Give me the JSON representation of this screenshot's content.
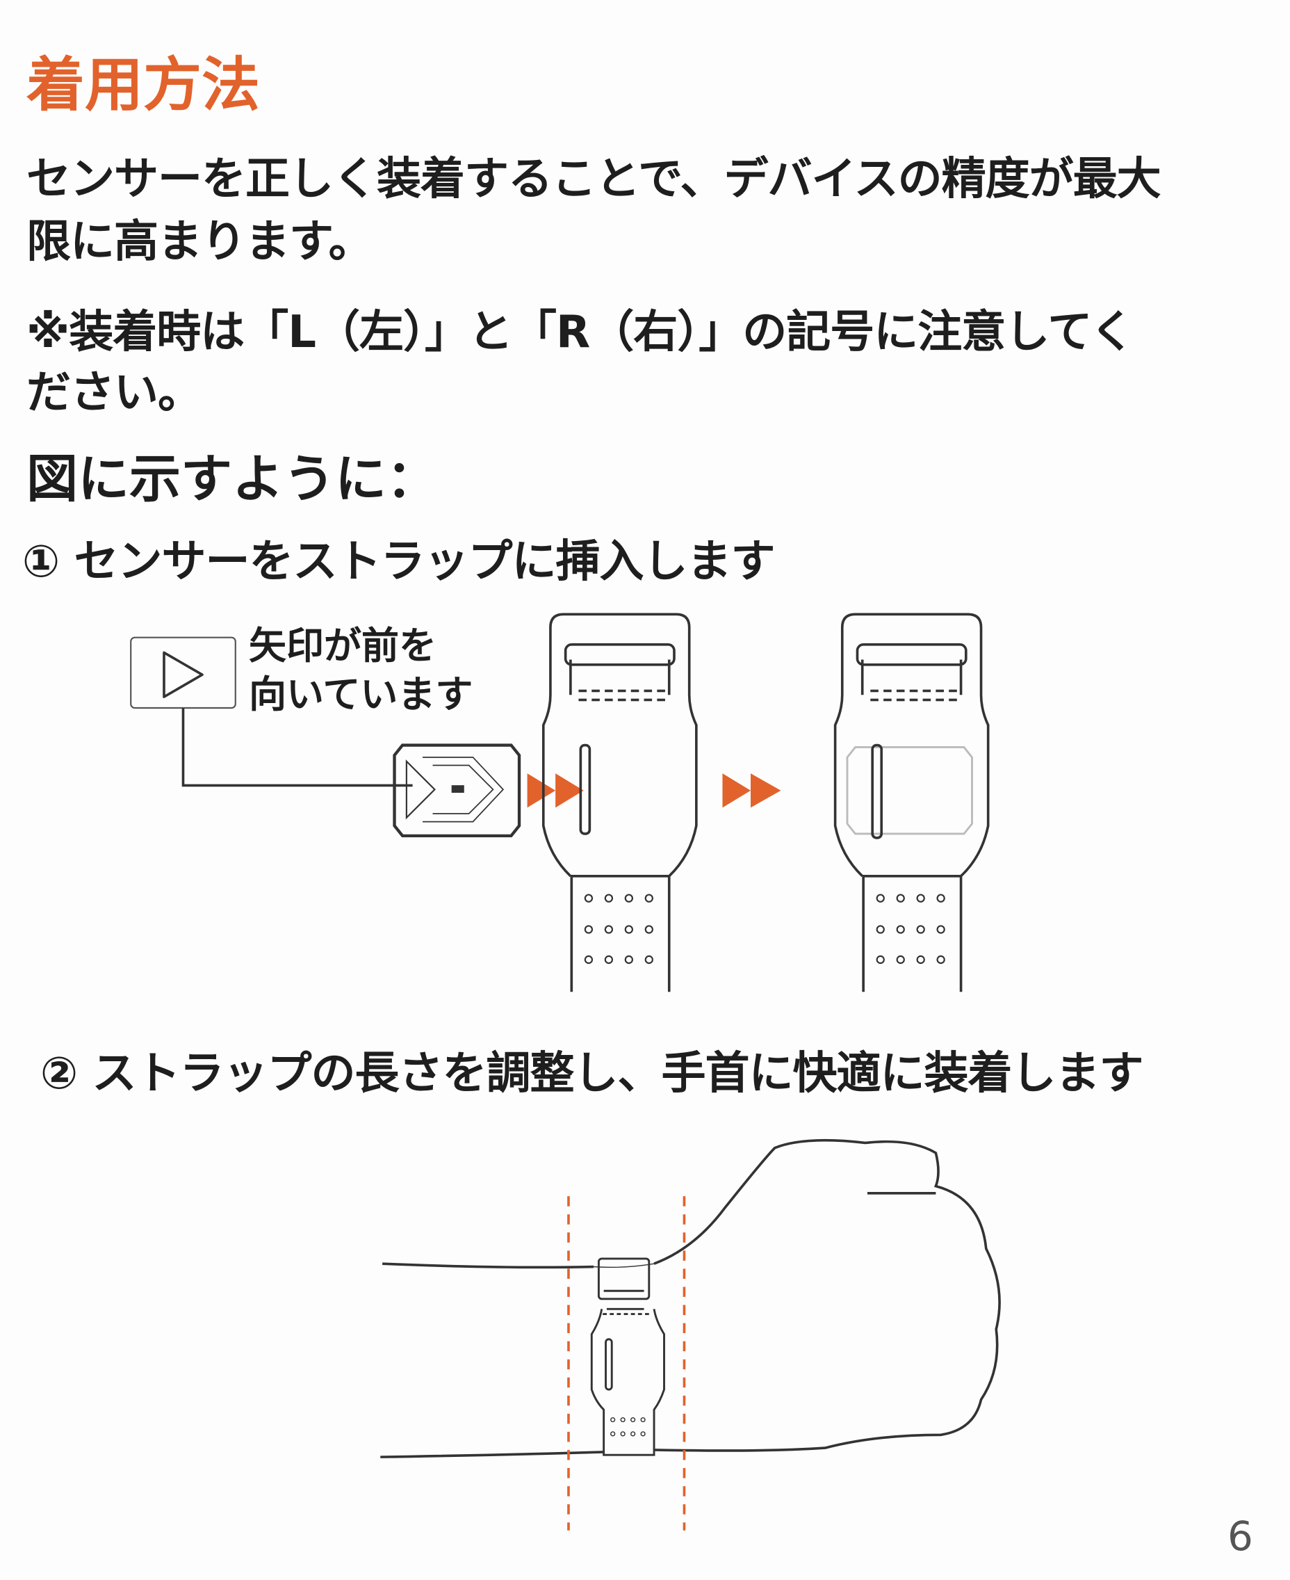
{
  "title": "着用方法",
  "intro": {
    "line1": "センサーを正しく装着することで、デバイスの精度が最大",
    "line2": "限に高まります。"
  },
  "note": {
    "line1": "※装着時は「L（左）」と「R（右）」の記号に注意してく",
    "line2": "ださい。"
  },
  "heading": "図に示すように：",
  "steps": [
    {
      "label": "① センサーをストラップに挿入します"
    },
    {
      "label": "② ストラップの長さを調整し、手首に快適に装着します"
    }
  ],
  "callout": {
    "line1": "矢印が前を",
    "line2": "向いています"
  },
  "accent_color": "#e2622c",
  "page_number": "6"
}
